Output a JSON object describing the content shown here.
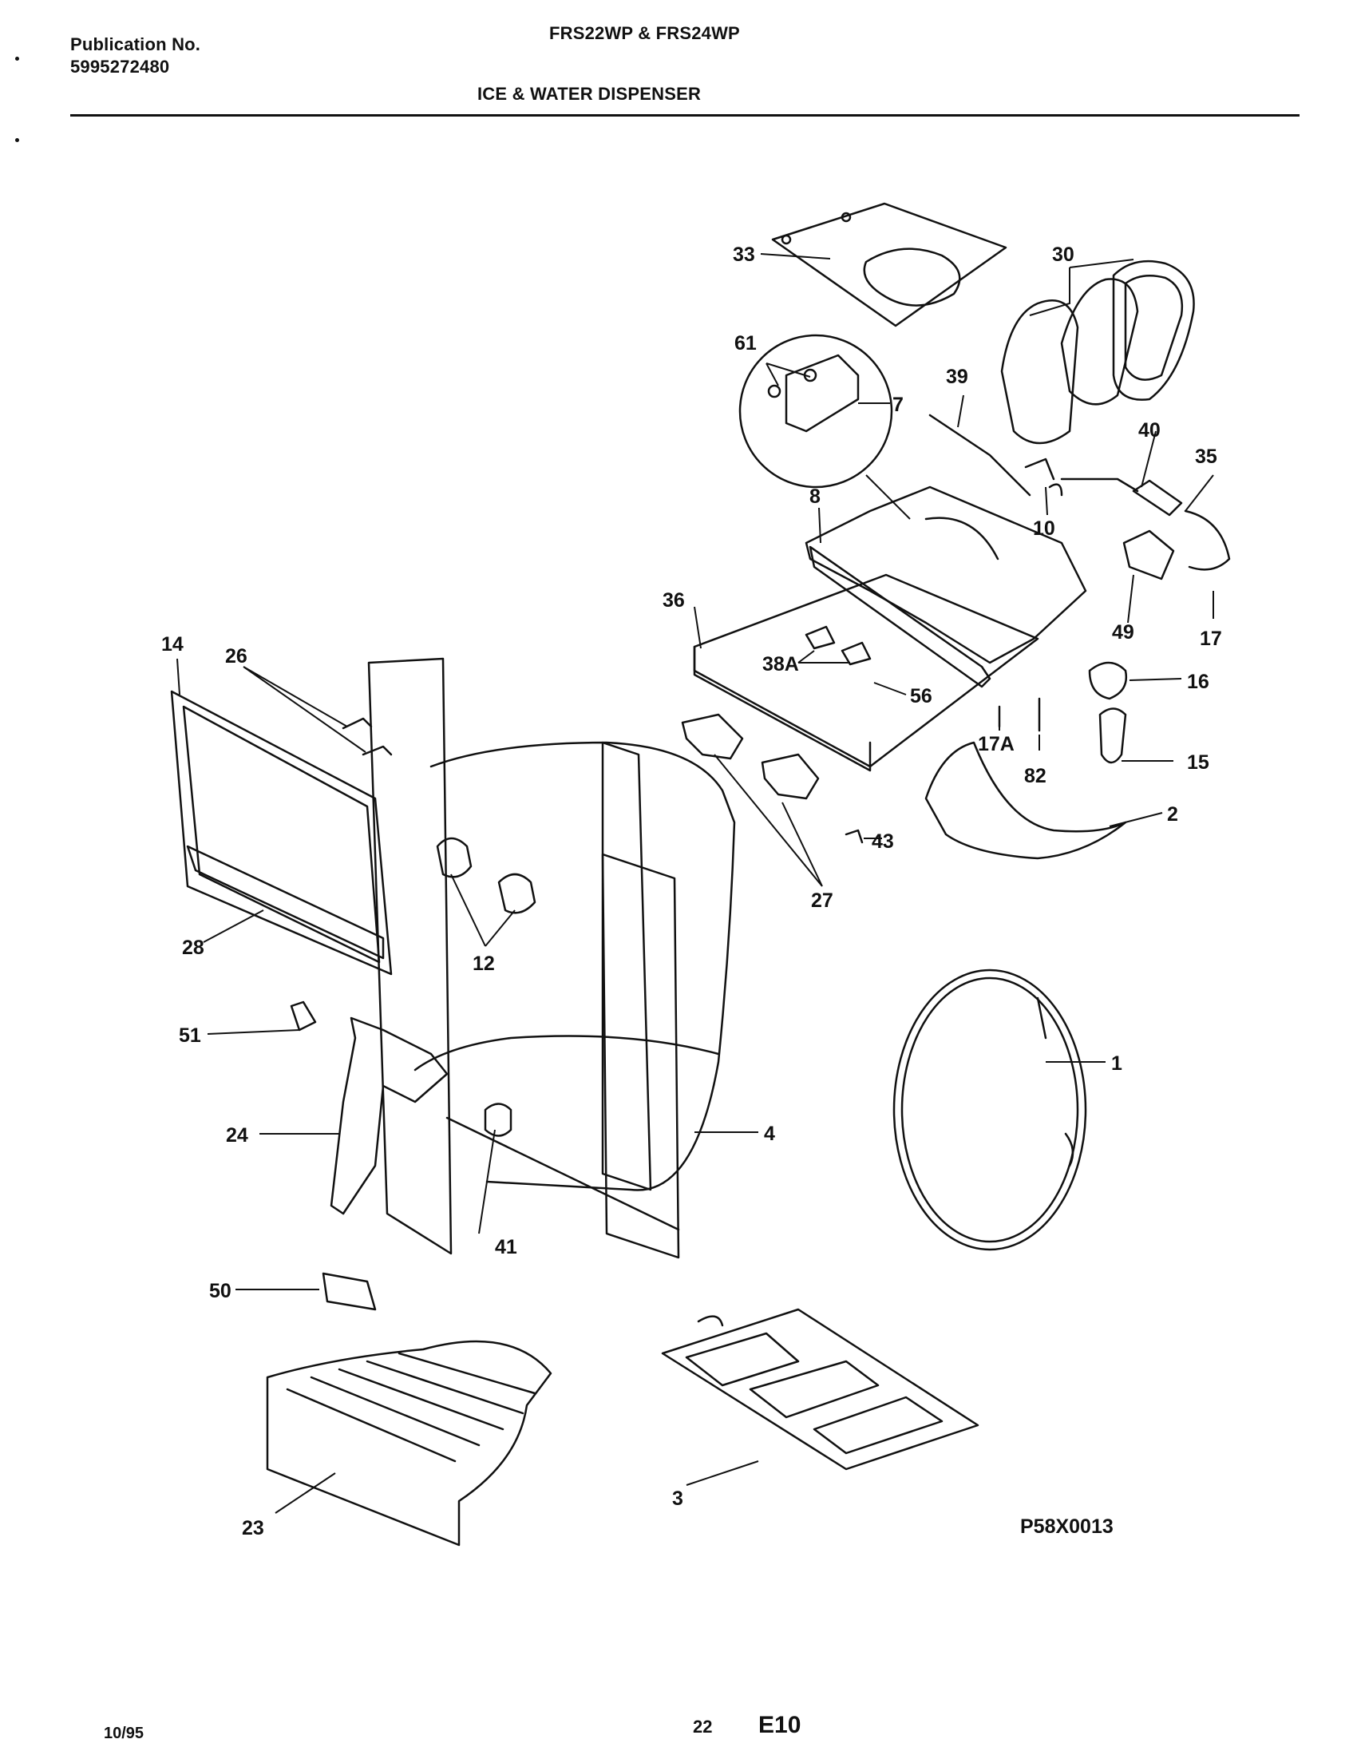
{
  "header": {
    "publication_label": "Publication No.",
    "publication_number": "5995272480",
    "models": "FRS22WP & FRS24WP",
    "section_title": "ICE & WATER DISPENSER"
  },
  "diagram": {
    "callouts": [
      "1",
      "2",
      "3",
      "4",
      "7",
      "8",
      "10",
      "12",
      "14",
      "15",
      "16",
      "17",
      "17A",
      "23",
      "24",
      "26",
      "27",
      "28",
      "30",
      "33",
      "35",
      "36",
      "38A",
      "39",
      "40",
      "41",
      "43",
      "49",
      "50",
      "51",
      "56",
      "61",
      "82"
    ],
    "drawing_number": "P58X0013"
  },
  "footer": {
    "date": "10/95",
    "page_number": "22",
    "section_code": "E10"
  }
}
